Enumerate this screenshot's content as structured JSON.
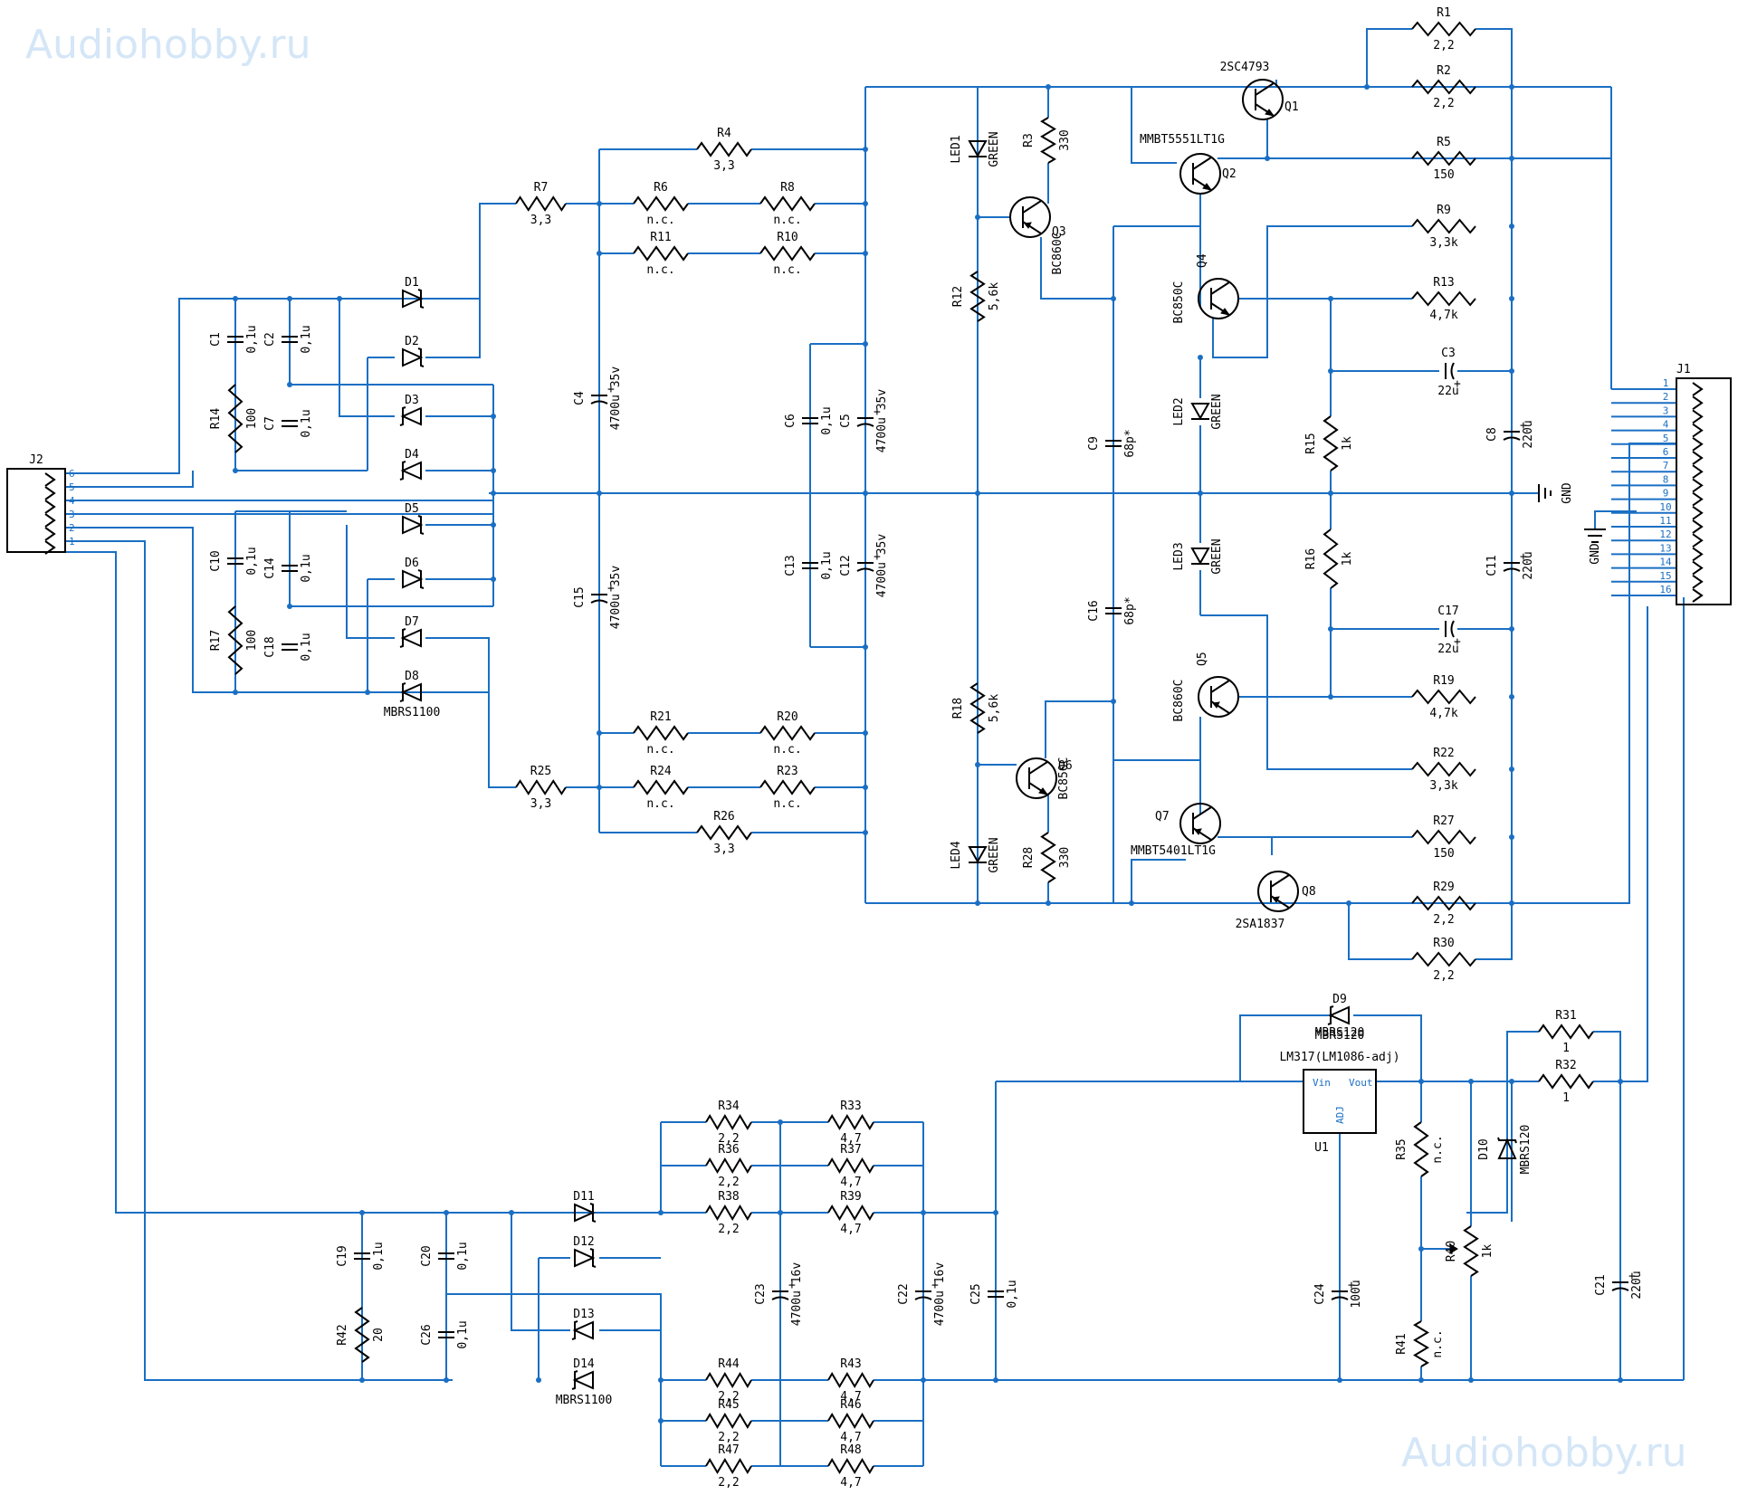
{
  "watermark": {
    "top_left": "Audiohobby.ru",
    "bottom_right": "Audiohobby.ru"
  },
  "colors": {
    "wire": "#1a6fc4",
    "part": "#000000",
    "watermark": "#d4e6f7"
  },
  "connectors": {
    "J1": {
      "ref": "J1",
      "pins": [
        "1",
        "2",
        "3",
        "4",
        "5",
        "6",
        "7",
        "8",
        "9",
        "10",
        "11",
        "12",
        "13",
        "14",
        "15",
        "16"
      ]
    },
    "J2": {
      "ref": "J2",
      "pins": [
        "6",
        "5",
        "4",
        "3",
        "2",
        "1"
      ]
    }
  },
  "gnd_labels": [
    "GND",
    "GND"
  ],
  "resistors": [
    {
      "ref": "R1",
      "value": "2,2"
    },
    {
      "ref": "R2",
      "value": "2,2"
    },
    {
      "ref": "R3",
      "value": "330"
    },
    {
      "ref": "R4",
      "value": "3,3"
    },
    {
      "ref": "R5",
      "value": "150"
    },
    {
      "ref": "R6",
      "value": "n.c."
    },
    {
      "ref": "R7",
      "value": "3,3"
    },
    {
      "ref": "R8",
      "value": "n.c."
    },
    {
      "ref": "R9",
      "value": "3,3k"
    },
    {
      "ref": "R10",
      "value": "n.c."
    },
    {
      "ref": "R11",
      "value": "n.c."
    },
    {
      "ref": "R12",
      "value": "5,6k"
    },
    {
      "ref": "R13",
      "value": "4,7k"
    },
    {
      "ref": "R14",
      "value": "100"
    },
    {
      "ref": "R15",
      "value": "1k"
    },
    {
      "ref": "R16",
      "value": "1k"
    },
    {
      "ref": "R17",
      "value": "100"
    },
    {
      "ref": "R18",
      "value": "5,6k"
    },
    {
      "ref": "R19",
      "value": "4,7k"
    },
    {
      "ref": "R20",
      "value": "n.c."
    },
    {
      "ref": "R21",
      "value": "n.c."
    },
    {
      "ref": "R22",
      "value": "3,3k"
    },
    {
      "ref": "R23",
      "value": "n.c."
    },
    {
      "ref": "R24",
      "value": "n.c."
    },
    {
      "ref": "R25",
      "value": "3,3"
    },
    {
      "ref": "R26",
      "value": "3,3"
    },
    {
      "ref": "R27",
      "value": "150"
    },
    {
      "ref": "R28",
      "value": "330"
    },
    {
      "ref": "R29",
      "value": "2,2"
    },
    {
      "ref": "R30",
      "value": "2,2"
    },
    {
      "ref": "R31",
      "value": "1"
    },
    {
      "ref": "R32",
      "value": "1"
    },
    {
      "ref": "R33",
      "value": "4,7"
    },
    {
      "ref": "R34",
      "value": "2,2"
    },
    {
      "ref": "R35",
      "value": "n.c."
    },
    {
      "ref": "R36",
      "value": "2,2"
    },
    {
      "ref": "R37",
      "value": "4,7"
    },
    {
      "ref": "R38",
      "value": "2,2"
    },
    {
      "ref": "R39",
      "value": "4,7"
    },
    {
      "ref": "R40",
      "value": "1k"
    },
    {
      "ref": "R41",
      "value": "n.c."
    },
    {
      "ref": "R42",
      "value": "20"
    },
    {
      "ref": "R43",
      "value": "4,7"
    },
    {
      "ref": "R44",
      "value": "2,2"
    },
    {
      "ref": "R45",
      "value": "2,2"
    },
    {
      "ref": "R46",
      "value": "4,7"
    },
    {
      "ref": "R47",
      "value": "2,2"
    },
    {
      "ref": "R48",
      "value": "4,7"
    }
  ],
  "capacitors": [
    {
      "ref": "C1",
      "value": "0,1u"
    },
    {
      "ref": "C2",
      "value": "0,1u"
    },
    {
      "ref": "C3",
      "value": "22u"
    },
    {
      "ref": "C4",
      "value": "4700u 35v"
    },
    {
      "ref": "C5",
      "value": "4700u 35v"
    },
    {
      "ref": "C6",
      "value": "0,1u"
    },
    {
      "ref": "C7",
      "value": "0,1u"
    },
    {
      "ref": "C8",
      "value": "220u"
    },
    {
      "ref": "C9",
      "value": "68p*"
    },
    {
      "ref": "C10",
      "value": "0,1u"
    },
    {
      "ref": "C11",
      "value": "220u"
    },
    {
      "ref": "C12",
      "value": "4700u 35v"
    },
    {
      "ref": "C13",
      "value": "0,1u"
    },
    {
      "ref": "C14",
      "value": "0,1u"
    },
    {
      "ref": "C15",
      "value": "4700u 35v"
    },
    {
      "ref": "C16",
      "value": "68p*"
    },
    {
      "ref": "C17",
      "value": "22u"
    },
    {
      "ref": "C18",
      "value": "0,1u"
    },
    {
      "ref": "C19",
      "value": "0,1u"
    },
    {
      "ref": "C20",
      "value": "0,1u"
    },
    {
      "ref": "C21",
      "value": "220u"
    },
    {
      "ref": "C22",
      "value": "4700u 16v"
    },
    {
      "ref": "C23",
      "value": "4700u 16v"
    },
    {
      "ref": "C24",
      "value": "100u"
    },
    {
      "ref": "C25",
      "value": "0,1u"
    },
    {
      "ref": "C26",
      "value": "0,1u"
    }
  ],
  "diodes": [
    {
      "ref": "D1",
      "value": ""
    },
    {
      "ref": "D2",
      "value": ""
    },
    {
      "ref": "D3",
      "value": ""
    },
    {
      "ref": "D4",
      "value": ""
    },
    {
      "ref": "D5",
      "value": ""
    },
    {
      "ref": "D6",
      "value": ""
    },
    {
      "ref": "D7",
      "value": ""
    },
    {
      "ref": "D8",
      "value": "MBRS1100"
    },
    {
      "ref": "D9",
      "value": "MBRS120"
    },
    {
      "ref": "D10",
      "value": "MBRS120"
    },
    {
      "ref": "D11",
      "value": ""
    },
    {
      "ref": "D12",
      "value": ""
    },
    {
      "ref": "D13",
      "value": ""
    },
    {
      "ref": "D14",
      "value": "MBRS1100"
    }
  ],
  "leds": [
    {
      "ref": "LED1",
      "value": "GREEN"
    },
    {
      "ref": "LED2",
      "value": "GREEN"
    },
    {
      "ref": "LED3",
      "value": "GREEN"
    },
    {
      "ref": "LED4",
      "value": "GREEN"
    }
  ],
  "transistors": [
    {
      "ref": "Q1",
      "value": "2SC4793"
    },
    {
      "ref": "Q2",
      "value": "MMBT5551LT1G"
    },
    {
      "ref": "Q3",
      "value": "BC860C"
    },
    {
      "ref": "Q4",
      "value": "BC850C"
    },
    {
      "ref": "Q5",
      "value": "BC860C"
    },
    {
      "ref": "Q6",
      "value": "BC850C"
    },
    {
      "ref": "Q7",
      "value": "MMBT5401LT1G"
    },
    {
      "ref": "Q8",
      "value": "2SA1837"
    }
  ],
  "regulator": {
    "ref": "U1",
    "value": "LM317(LM1086-adj)",
    "pin_vin": "Vin",
    "pin_vout": "Vout",
    "pin_adj": "ADJ"
  }
}
